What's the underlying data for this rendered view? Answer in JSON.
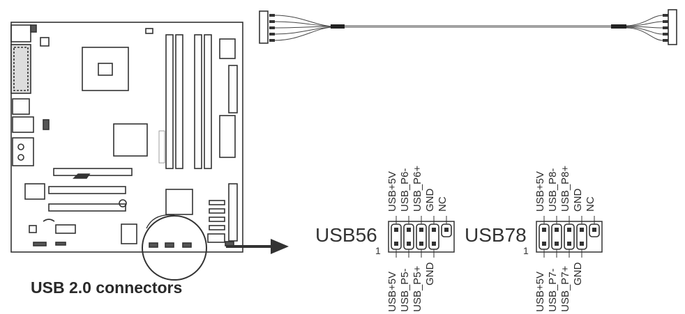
{
  "caption": "USB 2.0 connectors",
  "headers": [
    {
      "name": "USB56",
      "pin1_label": "1",
      "top_pins": [
        "USB+5V",
        "USB_P6-",
        "USB_P6+",
        "GND",
        "NC"
      ],
      "bottom_pins": [
        "USB+5V",
        "USB_P5-",
        "USB_P5+",
        "GND"
      ]
    },
    {
      "name": "USB78",
      "pin1_label": "1",
      "top_pins": [
        "USB+5V",
        "USB_P8-",
        "USB_P8+",
        "GND",
        "NC"
      ],
      "bottom_pins": [
        "USB+5V",
        "USB_P7-",
        "USB_P7+",
        "GND"
      ]
    }
  ]
}
